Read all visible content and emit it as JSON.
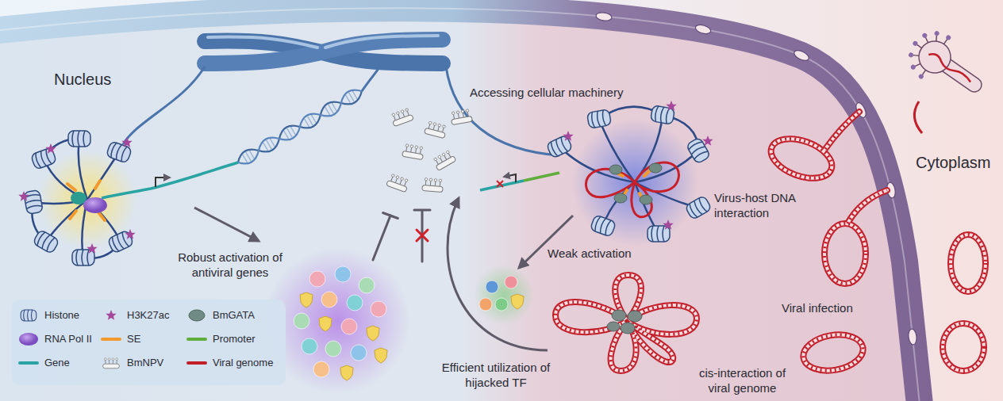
{
  "diagram": {
    "labels": [
      "Nucleus",
      "Accessing cellular machinery",
      "Cytoplasm",
      "Virus-host DNA interaction",
      "Robust activation of antiviral genes",
      "Weak activation",
      "Viral infection",
      "Efficient utilization of hijacked TF",
      "cis-interaction of viral genome"
    ],
    "legend": [
      {
        "text": "Histone"
      },
      {
        "text": "H3K27ac"
      },
      {
        "text": "BmGATA"
      },
      {
        "text": "RNA Pol II"
      },
      {
        "text": "SE"
      },
      {
        "text": "Promoter"
      },
      {
        "text": "Gene"
      },
      {
        "text": "BmNPV"
      },
      {
        "text": "Viral genome"
      }
    ]
  }
}
